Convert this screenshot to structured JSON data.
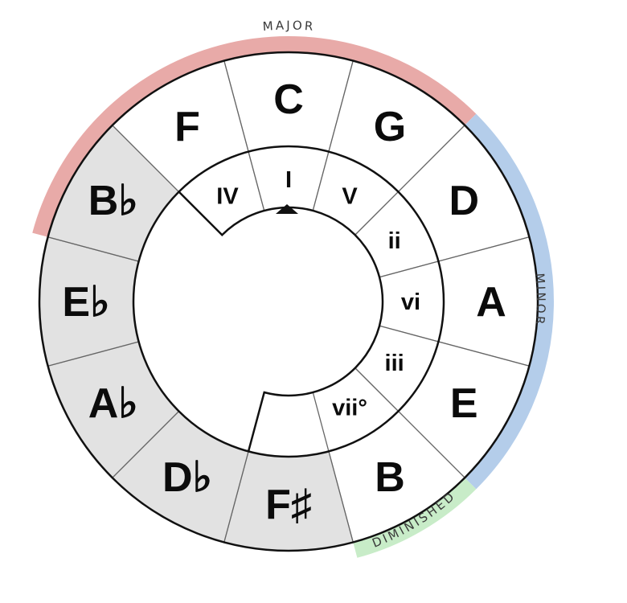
{
  "keys": [
    {
      "name": "C",
      "shaded": false
    },
    {
      "name": "G",
      "shaded": false
    },
    {
      "name": "D",
      "shaded": false
    },
    {
      "name": "A",
      "shaded": false
    },
    {
      "name": "E",
      "shaded": false
    },
    {
      "name": "B",
      "shaded": false
    },
    {
      "name": "F♯",
      "shaded": true
    },
    {
      "name": "D♭",
      "shaded": true
    },
    {
      "name": "A♭",
      "shaded": true
    },
    {
      "name": "E♭",
      "shaded": true
    },
    {
      "name": "B♭",
      "shaded": true
    },
    {
      "name": "F",
      "shaded": false
    }
  ],
  "degrees": [
    {
      "label": "IV"
    },
    {
      "label": "I"
    },
    {
      "label": "V"
    },
    {
      "label": "ii"
    },
    {
      "label": "vi"
    },
    {
      "label": "iii"
    },
    {
      "label": "vii°"
    }
  ],
  "arcs": [
    {
      "label": "MAJOR",
      "color": "#e8aaa8"
    },
    {
      "label": "MINOR",
      "color": "#b4cdea"
    },
    {
      "label": "DIMINISHED",
      "color": "#c8ecc8"
    }
  ],
  "colors": {
    "shaded_segment": "#e2e2e2",
    "plain_segment": "#ffffff",
    "stroke": "#111111",
    "divider": "#666666"
  },
  "marker_icon": "triangle-up-icon"
}
